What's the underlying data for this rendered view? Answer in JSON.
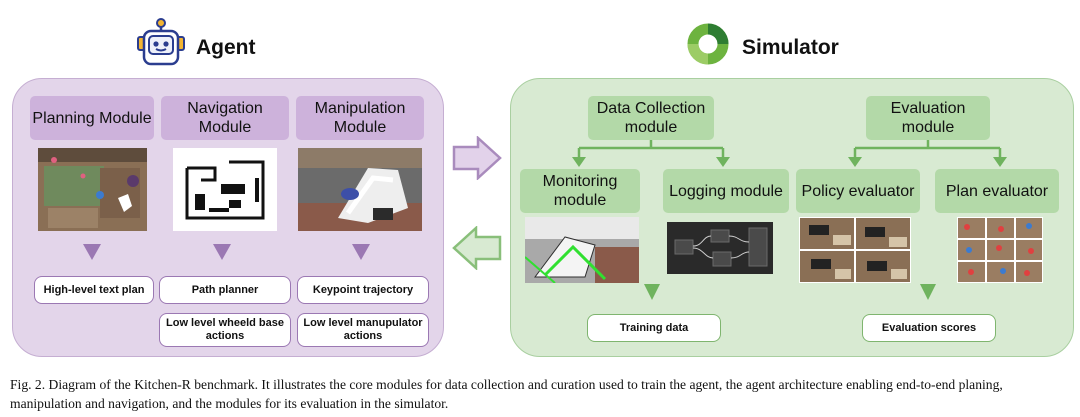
{
  "agent": {
    "title": "Agent",
    "modules": [
      {
        "label": "Planning Module"
      },
      {
        "label": "Navigation Module"
      },
      {
        "label": "Manipulation Module"
      }
    ],
    "outputs": [
      {
        "label": "High-level text plan"
      },
      {
        "label": "Path planner"
      },
      {
        "label": "Keypoint trajectory"
      },
      {
        "label": "Low level wheeld base actions"
      },
      {
        "label": "Low level manupulator actions"
      }
    ]
  },
  "simulator": {
    "title": "Simulator",
    "top_modules": [
      {
        "label": "Data Collection module"
      },
      {
        "label": "Evaluation module"
      }
    ],
    "sub_modules": [
      {
        "label": "Monitoring module"
      },
      {
        "label": "Logging module"
      },
      {
        "label": "Policy evaluator"
      },
      {
        "label": "Plan evaluator"
      }
    ],
    "outputs": [
      {
        "label": "Training data"
      },
      {
        "label": "Evaluation scores"
      }
    ]
  },
  "caption": "Fig. 2.   Diagram of the Kitchen-R benchmark. It illustrates the core modules for data collection and curation used to train the agent, the agent architecture enabling end-to-end planing, manipulation and navigation, and the modules for its evaluation in the simulator.",
  "colors": {
    "agent_panel": "#e3d5ea",
    "agent_module": "#cdb2db",
    "sim_panel": "#d8ead2",
    "sim_module": "#b3d9a8",
    "sim_arrow": "#6fb35e",
    "agent_arrow": "#9b78b3"
  },
  "icons": {
    "agent": "robot-icon",
    "simulator": "ring-logo-icon"
  }
}
